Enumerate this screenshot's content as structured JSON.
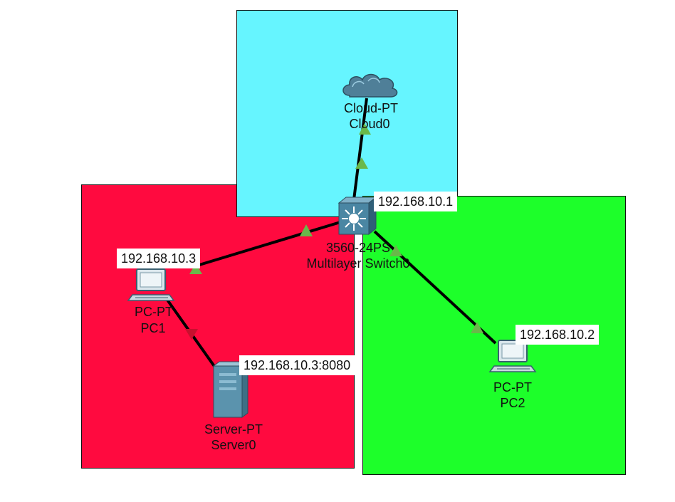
{
  "colors": {
    "area_left": "#ff0a3f",
    "area_top": "#66f5ff",
    "area_right": "#1dff2a",
    "link": "#000000",
    "link_up": "#6ab84a",
    "link_down": "#c8102e"
  },
  "devices": {
    "cloud": {
      "icon": "cloud-icon",
      "type": "Cloud-PT",
      "name": "Cloud0"
    },
    "switch": {
      "icon": "multilayer-switch-icon",
      "type": "3560-24PS",
      "name": "Multilayer Switch0",
      "ip": "192.168.10.1"
    },
    "pc1": {
      "icon": "pc-icon",
      "type": "PC-PT",
      "name": "PC1",
      "ip": "192.168.10.3"
    },
    "pc2": {
      "icon": "pc-icon",
      "type": "PC-PT",
      "name": "PC2",
      "ip": "192.168.10.2"
    },
    "server": {
      "icon": "server-icon",
      "type": "Server-PT",
      "name": "Server0",
      "ip": "192.168.10.3:8080"
    }
  },
  "links": [
    {
      "from": "switch",
      "to": "cloud",
      "status": "up"
    },
    {
      "from": "switch",
      "to": "pc1",
      "status": "up"
    },
    {
      "from": "switch",
      "to": "pc2",
      "status": "up"
    },
    {
      "from": "pc1",
      "to": "server",
      "status": "down"
    }
  ]
}
